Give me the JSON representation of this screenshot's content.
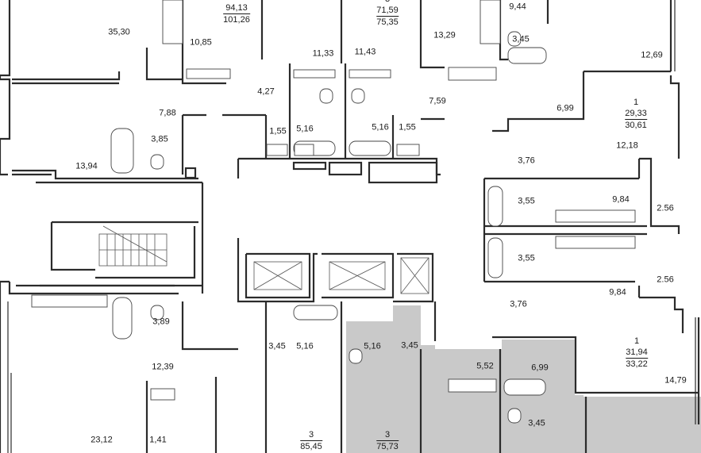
{
  "rooms": [
    {
      "id": "r1",
      "area": "35,30"
    },
    {
      "id": "r2",
      "area": "10,85"
    },
    {
      "id": "r3",
      "area": "11,33"
    },
    {
      "id": "r4",
      "area": "11,43"
    },
    {
      "id": "r5",
      "area": "13,29"
    },
    {
      "id": "r6",
      "area": "9,44"
    },
    {
      "id": "r7",
      "area": "3,45"
    },
    {
      "id": "r8",
      "area": "12,69"
    },
    {
      "id": "r9",
      "area": "4,27"
    },
    {
      "id": "r10",
      "area": "7,88"
    },
    {
      "id": "r11",
      "area": "7,59"
    },
    {
      "id": "r12",
      "area": "6,99"
    },
    {
      "id": "r13",
      "area": "3,85"
    },
    {
      "id": "r14",
      "area": "1,55"
    },
    {
      "id": "r15",
      "area": "5,16"
    },
    {
      "id": "r16",
      "area": "5,16"
    },
    {
      "id": "r17",
      "area": "1,55"
    },
    {
      "id": "r18",
      "area": "12,18"
    },
    {
      "id": "r19",
      "area": "13,94"
    },
    {
      "id": "r20",
      "area": "3,76"
    },
    {
      "id": "r21",
      "area": "3,55"
    },
    {
      "id": "r22",
      "area": "9,84"
    },
    {
      "id": "r23",
      "area": "2.56"
    },
    {
      "id": "r24",
      "area": "3,55"
    },
    {
      "id": "r25",
      "area": "2.56"
    },
    {
      "id": "r26",
      "area": "9,84"
    },
    {
      "id": "r27",
      "area": "3,76"
    },
    {
      "id": "r28",
      "area": "3,89"
    },
    {
      "id": "r29",
      "area": "3,45"
    },
    {
      "id": "r30",
      "area": "5,16"
    },
    {
      "id": "r31",
      "area": "5,16"
    },
    {
      "id": "r32",
      "area": "3,45"
    },
    {
      "id": "r33",
      "area": "12,39"
    },
    {
      "id": "r34",
      "area": "5,52"
    },
    {
      "id": "r35",
      "area": "6,99"
    },
    {
      "id": "r36",
      "area": "14,79"
    },
    {
      "id": "r37",
      "area": "3,45"
    },
    {
      "id": "r38",
      "area": "23,12"
    },
    {
      "id": "r39",
      "area": "1,41"
    }
  ],
  "apartments": [
    {
      "id": "a1",
      "rooms": "",
      "living": "94,13",
      "total": "101,26"
    },
    {
      "id": "a2",
      "rooms": "3",
      "living": "71,59",
      "total": "75,35"
    },
    {
      "id": "a3",
      "rooms": "1",
      "living": "29,33",
      "total": "30,61"
    },
    {
      "id": "a4",
      "rooms": "1",
      "living": "31,94",
      "total": "33,22"
    },
    {
      "id": "a5",
      "rooms": "3",
      "living": "85,45",
      "total": ""
    },
    {
      "id": "a6",
      "rooms": "3",
      "living": "75,73",
      "total": ""
    }
  ],
  "colors": {
    "wall": "#2b2b2b",
    "highlight": "#c9c9c9",
    "background": "#ffffff"
  }
}
